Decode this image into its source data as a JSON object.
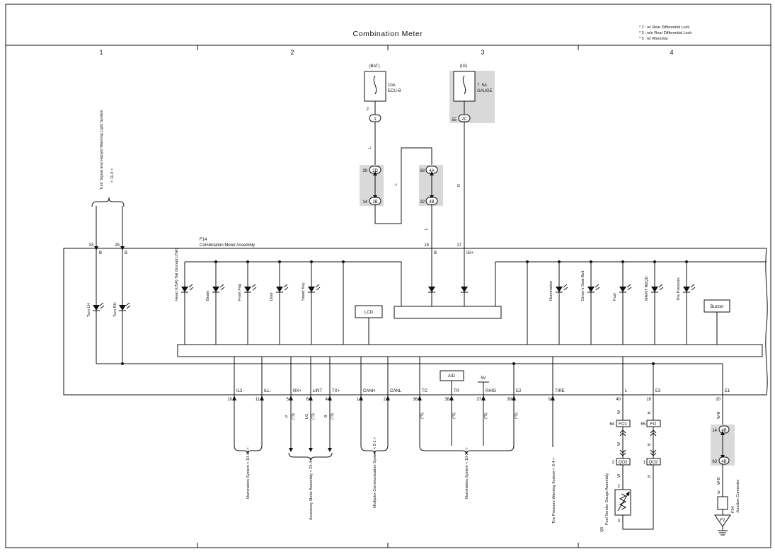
{
  "header": {
    "title": "Combination Meter",
    "notes": [
      "* 2 : w/ Rear Differential Lock",
      "* 3 : w/o Rear Differential Lock",
      "* 5 : w/ Rheostat"
    ],
    "columns": [
      "1",
      "2",
      "3",
      "4"
    ]
  },
  "fuses": {
    "bat": {
      "source": "(BAT)",
      "rating": "10A",
      "name": "ECU-B",
      "pin": "2",
      "conn": "1"
    },
    "ig": {
      "source": "(IG)",
      "rating": "7. 5A",
      "name": "GAUGE",
      "pin": "55",
      "conn": "2C"
    }
  },
  "upper_connectors": {
    "a_top_pin": "39",
    "a_top": "2D",
    "a_bot_pin": "14",
    "a_bot": "2B",
    "b_top_pin": "68",
    "b_top": "4A",
    "b_bot_pin": "22",
    "b_bot": "4B"
  },
  "wire_colors": {
    "l": "L",
    "r": "R",
    "b": "B",
    "w": "W",
    "wb": "W-B",
    "p": "P",
    "lg": "LG"
  },
  "turn": {
    "system": "Turn Signal and Hazard Warning Light System",
    "ref": "< 11-3 >",
    "pin_lh": "33",
    "pin_rh": "25",
    "lh": "Turn LH",
    "rh": "Turn RH"
  },
  "meter": {
    "code": "F14",
    "name": "Combination Meter Assembly",
    "pin_15": "15",
    "pin_17": "17",
    "ig_plus": "IG+",
    "lcd": "LCD",
    "buzzer": "Buzzer",
    "lamps_left": [
      "Head (USA) Tail (Except USA)",
      "Beam",
      "Front Fog",
      "Door",
      "Smart Key"
    ],
    "lamps_right": [
      "Illumination",
      "Driver's Seat Belt",
      "Fuel",
      "MAINT REQD",
      "Tire Pressure"
    ]
  },
  "bottom_terminals": [
    {
      "pin": "10",
      "name": "IL2-"
    },
    {
      "pin": "11",
      "name": "ILL-"
    },
    {
      "pin": "5",
      "name": "RX+"
    },
    {
      "pin": "6",
      "name": "LINT"
    },
    {
      "pin": "4",
      "name": "TX+"
    },
    {
      "pin": "1",
      "name": "CANH"
    },
    {
      "pin": "2",
      "name": "CANL"
    },
    {
      "pin": "36",
      "name": "TC"
    },
    {
      "pin": "38",
      "name": "TR"
    },
    {
      "pin": "37",
      "name": "RHIG"
    },
    {
      "pin": "39",
      "name": "E2"
    },
    {
      "pin": "9",
      "name": "TIRE"
    },
    {
      "pin": "40",
      "name": "L"
    },
    {
      "pin": "19",
      "name": "E3"
    },
    {
      "pin": "20",
      "name": "E1"
    }
  ],
  "internal": {
    "ad": "A/D",
    "v5": "5V"
  },
  "notes_star": {
    "s3": "(*3)",
    "s2": "(*2)",
    "s5": "(*5)"
  },
  "systems": {
    "illum1": "Illumination System < 10-15 >",
    "accessory": "Accessory Meter Assembly < 25-4 >",
    "multiplex": "Multiplex Communication System < 5-1 >",
    "illum2": "Illumination System < 10-20 >",
    "tire": "Tire Pressure Warning System < 8-4 >"
  },
  "fuel_path": {
    "fo1_pin": "64",
    "fo1": "FO1",
    "fo_pin": "65",
    "fo": "FO",
    "qo2a_pin": "2",
    "qo2": "QO2",
    "qo2b_pin": "1",
    "sender_top_pin": "2",
    "sender_bot_pin": "3",
    "q5": "Q5",
    "sender_name": "Fuel Sender Gauge Assembly"
  },
  "ground_path": {
    "top_pin": "14",
    "top": "4B",
    "bot_pin": "63",
    "bot": "4B",
    "f54_pin": "9",
    "f54": "F54",
    "f54_name": "Junction Connector",
    "f2": "F2"
  }
}
